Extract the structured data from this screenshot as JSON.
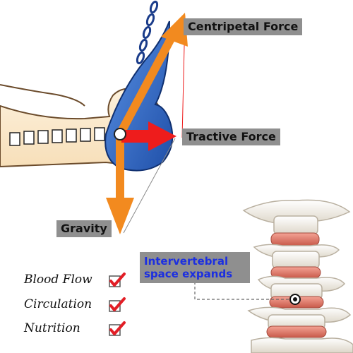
{
  "forces": {
    "centripetal": "Centripetal Force",
    "tractive": "Tractive Force",
    "gravity": "Gravity"
  },
  "callout": "Intervertebral space expands",
  "benefits": [
    "Blood Flow",
    "Circulation",
    "Nutrition"
  ],
  "colors": {
    "force_arrow": "#f28a1f",
    "traction_arrow": "#ee1c1c",
    "harness": "#2f6fd1",
    "label_bg": "#8f8f8f",
    "callout_text": "#1c2fe0",
    "disc": "#e07a6a",
    "bone": "#f3efe6",
    "check": "#e21e26"
  },
  "icons": [
    "neck-harness-icon",
    "hanging-chain-icon",
    "spine-icon",
    "checkbox-checked-icon"
  ]
}
